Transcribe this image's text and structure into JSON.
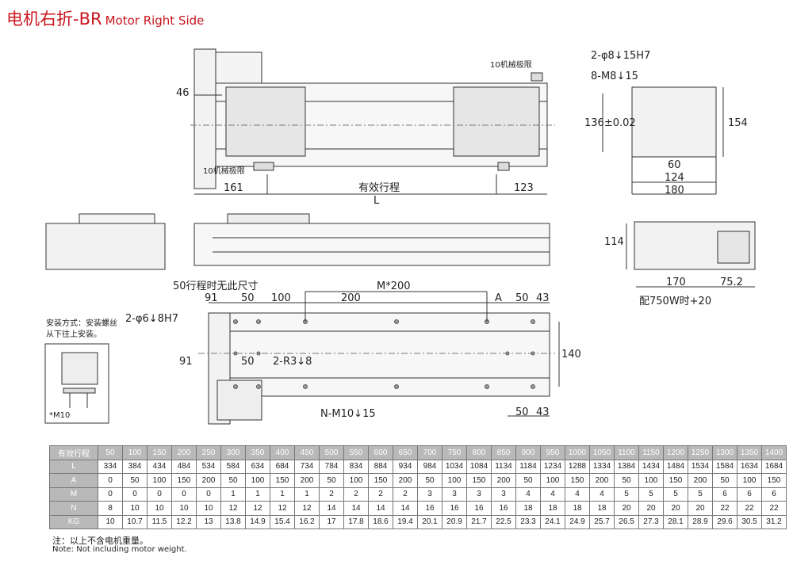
{
  "title": {
    "cn": "电机右折-BR",
    "en": "Motor Right Side"
  },
  "top_view": {
    "dim_46": "46",
    "limit_top": "10机械极限",
    "limit_bottom": "10机械极限",
    "dim_161": "161",
    "stroke": "有效行程",
    "L": "L",
    "dim_123": "123"
  },
  "end_view": {
    "pin_holes": "2-φ8↓15H7",
    "screw_holes": "8-M8↓15",
    "height_136": "136±0.02",
    "height_154": "154",
    "w60": "60",
    "w124": "124",
    "w180": "180"
  },
  "side_view": {
    "dim_114": "114",
    "dim_170": "170",
    "dim_75": "75.2",
    "note_750w": "配750W时+20"
  },
  "bottom_view": {
    "no_dim_note": "50行程时无此尺寸",
    "d91": "91",
    "d50": "50",
    "d100": "100",
    "d200": "200",
    "m200": "M*200",
    "A": "A",
    "d50r": "50",
    "d43": "43",
    "pin": "2-φ6↓8H7",
    "d91b": "91",
    "d50b": "50",
    "slot": "2-R3↓8",
    "d140": "140",
    "nholes": "N-M10↓15",
    "d50c": "50",
    "d43c": "43"
  },
  "install": {
    "line1": "安装方式：安装螺丝",
    "line2": "从下往上安装。",
    "screw": "*M10"
  },
  "table": {
    "rows": [
      {
        "label": "有效行程",
        "values": [
          "50",
          "100",
          "150",
          "200",
          "250",
          "300",
          "350",
          "400",
          "450",
          "500",
          "550",
          "600",
          "650",
          "700",
          "750",
          "800",
          "850",
          "900",
          "950",
          "1000",
          "1050",
          "1100",
          "1150",
          "1200",
          "1250",
          "1300",
          "1350",
          "1400"
        ]
      },
      {
        "label": "L",
        "values": [
          "334",
          "384",
          "434",
          "484",
          "534",
          "584",
          "634",
          "684",
          "734",
          "784",
          "834",
          "884",
          "934",
          "984",
          "1034",
          "1084",
          "1134",
          "1184",
          "1234",
          "1288",
          "1334",
          "1384",
          "1434",
          "1484",
          "1534",
          "1584",
          "1634",
          "1684"
        ]
      },
      {
        "label": "A",
        "values": [
          "0",
          "50",
          "100",
          "150",
          "200",
          "50",
          "100",
          "150",
          "200",
          "50",
          "100",
          "150",
          "200",
          "50",
          "100",
          "150",
          "200",
          "50",
          "100",
          "150",
          "200",
          "50",
          "100",
          "150",
          "200",
          "50",
          "100",
          "150"
        ]
      },
      {
        "label": "M",
        "values": [
          "0",
          "0",
          "0",
          "0",
          "0",
          "1",
          "1",
          "1",
          "1",
          "2",
          "2",
          "2",
          "2",
          "3",
          "3",
          "3",
          "3",
          "4",
          "4",
          "4",
          "4",
          "5",
          "5",
          "5",
          "5",
          "6",
          "6",
          "6"
        ]
      },
      {
        "label": "N",
        "values": [
          "8",
          "10",
          "10",
          "10",
          "10",
          "12",
          "12",
          "12",
          "12",
          "14",
          "14",
          "14",
          "14",
          "16",
          "16",
          "16",
          "16",
          "18",
          "18",
          "18",
          "18",
          "20",
          "20",
          "20",
          "20",
          "22",
          "22",
          "22"
        ]
      },
      {
        "label": "KG",
        "values": [
          "10",
          "10.7",
          "11.5",
          "12.2",
          "13",
          "13.8",
          "14.9",
          "15.4",
          "16.2",
          "17",
          "17.8",
          "18.6",
          "19.4",
          "20.1",
          "20.9",
          "21.7",
          "22.5",
          "23.3",
          "24.1",
          "24.9",
          "25.7",
          "26.5",
          "27.3",
          "28.1",
          "28.9",
          "29.6",
          "30.5",
          "31.2"
        ]
      }
    ]
  },
  "notes": {
    "cn": "注：以上不含电机重量。",
    "en": "Note: Not including motor weight."
  },
  "colors": {
    "title": "#c8161e",
    "header_bg": "#b9b9b9"
  }
}
